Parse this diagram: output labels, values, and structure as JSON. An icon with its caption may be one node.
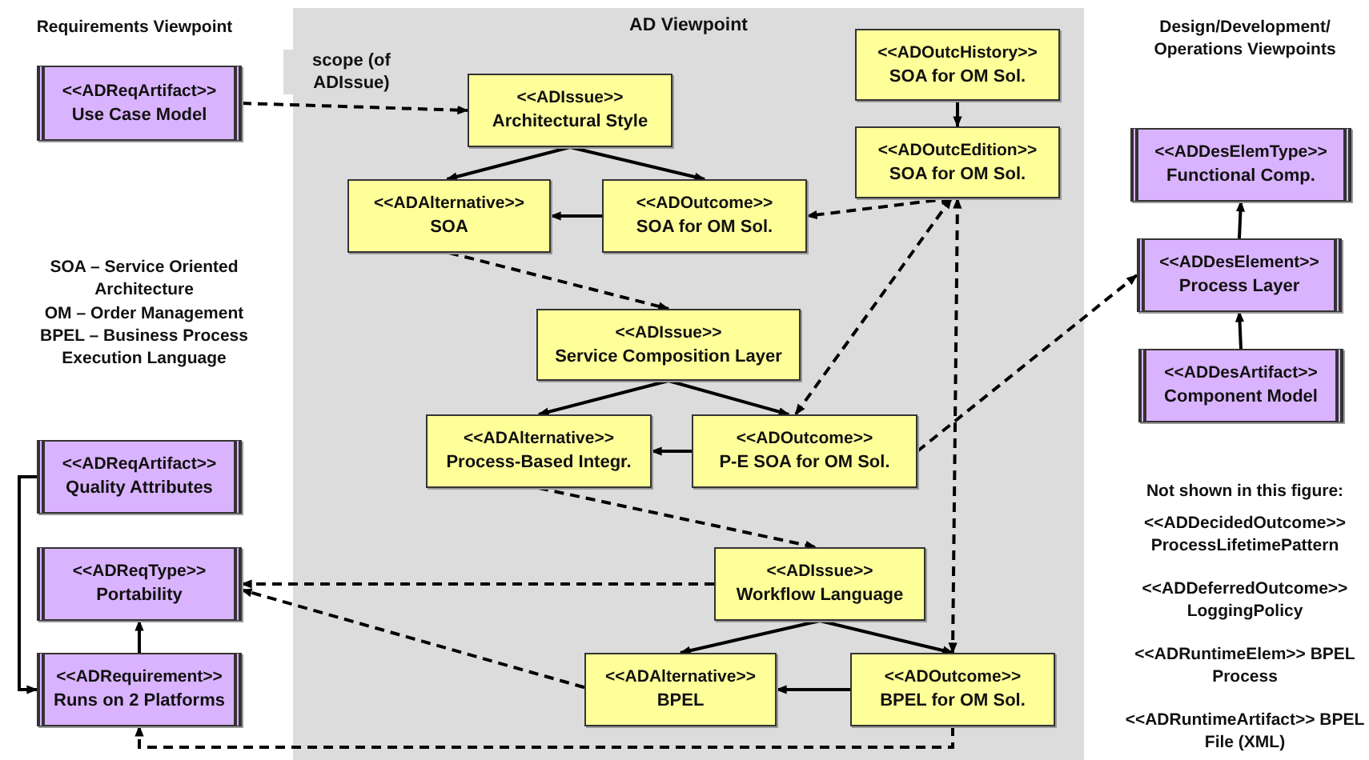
{
  "diagram": {
    "nodes": [
      {
        "text": [
          "AD Viewpoint"
        ]
      },
      {
        "text": [
          "<<ADReqArtifact>>",
          "Use Case Model"
        ]
      },
      {
        "text": [
          "<<ADIssue>>",
          "Architectural Style"
        ],
        "in": 0
      },
      {
        "text": [
          "<<ADOutcHistory>>",
          "SOA for OM Sol."
        ],
        "in": 0
      },
      {
        "text": [
          "<<ADOutcEdition>>",
          "SOA for OM Sol."
        ],
        "in": 0
      },
      {
        "text": [
          "<<ADAlternative>>",
          "SOA"
        ],
        "in": 0
      },
      {
        "text": [
          "<<ADOutcome>>",
          "SOA for OM Sol."
        ],
        "in": 0
      },
      {
        "text": [
          "<<ADIssue>>",
          "Service Composition Layer"
        ],
        "in": 0
      },
      {
        "text": [
          "<<ADAlternative>>",
          "Process-Based Integr."
        ],
        "in": 0
      },
      {
        "text": [
          "<<ADOutcome>>",
          "P-E SOA for OM Sol."
        ],
        "in": 0
      },
      {
        "text": [
          "<<ADReqArtifact>>",
          "Quality Attributes"
        ]
      },
      {
        "text": [
          "<<ADReqType>>",
          "Portability"
        ]
      },
      {
        "text": [
          "<<ADIssue>>",
          "Workflow Language"
        ],
        "in": 0
      },
      {
        "text": [
          "<<ADRequirement>>",
          "Runs on 2 Platforms"
        ]
      },
      {
        "text": [
          "<<ADAlternative>>",
          "BPEL"
        ],
        "in": 0
      },
      {
        "text": [
          "<<ADOutcome>>",
          "BPEL for OM Sol."
        ],
        "in": 0
      },
      {
        "text": [
          "<<ADDesElemType>>",
          "Functional Comp."
        ]
      },
      {
        "text": [
          "<<ADDesElement>>",
          "Process Layer"
        ]
      },
      {
        "text": [
          "<<ADDesArtifact>>",
          "Component Model"
        ]
      }
    ],
    "edges": [
      {
        "from": 1,
        "to": 2,
        "arrow": "to",
        "style": "dashed",
        "label": "scope (of ADIssue)"
      },
      {
        "from": 2,
        "to": 5,
        "arrow": "to"
      },
      {
        "from": 2,
        "to": 6,
        "arrow": "to"
      },
      {
        "from": 6,
        "to": 5,
        "arrow": "to"
      },
      {
        "from": 3,
        "to": 4,
        "arrow": "to"
      },
      {
        "from": 4,
        "to": 6,
        "arrow": "both",
        "style": "dashed"
      },
      {
        "from": 4,
        "to": 9,
        "arrow": "both",
        "style": "dashed"
      },
      {
        "from": 4,
        "to": 15,
        "arrow": "both",
        "style": "dashed"
      },
      {
        "from": 5,
        "to": 7,
        "arrow": "to",
        "style": "dashed"
      },
      {
        "from": 7,
        "to": 8,
        "arrow": "to"
      },
      {
        "from": 7,
        "to": 9,
        "arrow": "to"
      },
      {
        "from": 9,
        "to": 8,
        "arrow": "to"
      },
      {
        "from": 8,
        "to": 12,
        "arrow": "to",
        "style": "dashed"
      },
      {
        "from": 9,
        "to": 17,
        "arrow": "to",
        "style": "dashed"
      },
      {
        "from": 12,
        "to": 11,
        "arrow": "to",
        "style": "dashed"
      },
      {
        "from": 14,
        "to": 11,
        "arrow": "to",
        "style": "dashed"
      },
      {
        "from": 12,
        "to": 14,
        "arrow": "to"
      },
      {
        "from": 12,
        "to": 15,
        "arrow": "to"
      },
      {
        "from": 15,
        "to": 14,
        "arrow": "to"
      },
      {
        "from": 15,
        "to": 13,
        "arrow": "to",
        "style": "dashed"
      },
      {
        "from": 10,
        "to": 13,
        "arrow": "to"
      },
      {
        "from": 13,
        "to": 11,
        "arrow": "to"
      },
      {
        "from": 18,
        "to": 17,
        "arrow": "to"
      },
      {
        "from": 17,
        "to": 16,
        "arrow": "to"
      }
    ],
    "labels": [
      "Requirements Viewpoint",
      "Design/Development/ Operations Viewpoints",
      "SOA – Service Oriented Architecture",
      "OM – Order Management",
      "BPEL – Business Process Execution Language",
      "Not shown in this figure:",
      "<<ADDecidedOutcome>> ProcessLifetimePattern",
      "<<ADDeferredOutcome>> LoggingPolicy",
      "<<ADRuntimeElem>> BPEL Process",
      "<<ADRuntimeArtifact>> BPEL File (XML)"
    ]
  }
}
